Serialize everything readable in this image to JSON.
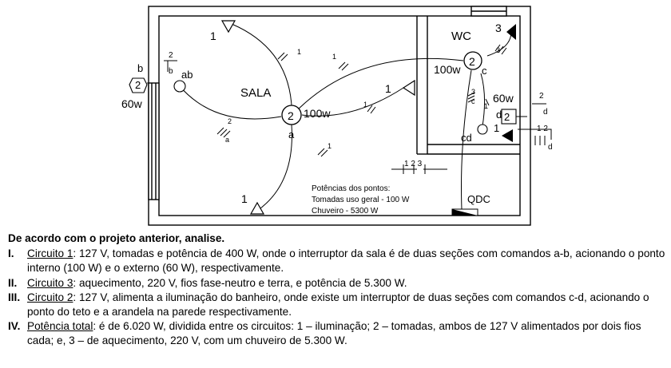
{
  "plan": {
    "rooms": {
      "sala": "SALA",
      "wc": "WC"
    },
    "labels": {
      "n1_top": "1",
      "n1_right": "1",
      "n1_bottom": "1",
      "center_num": "2",
      "center_power": "100w",
      "center_cmd": "a",
      "wc_num": "2",
      "wc_power": "100w",
      "wc_cmd": "c",
      "left_num": "2",
      "left_cmd": "b",
      "left_power": "60w",
      "left_switch_cmd": "ab",
      "left_tag_num": "2",
      "left_tag_cmd": "b",
      "right_num": "2",
      "right_cmd": "d",
      "right_power": "60w",
      "right_switch_cmd": "cd",
      "right_switch_num": "1",
      "right_tag_num": "2",
      "right_tag_cmd": "d",
      "shower_num": "3",
      "tag_a_num": "2",
      "tag_a_cmd": "a",
      "tag_1": "1",
      "tag_1b": "1",
      "tag_wc_num": "3",
      "tag_c": "c",
      "tag_1c": "1",
      "tag_d_nums": "1  2",
      "tag_d_cmd": "d",
      "circuits": "1  2  3",
      "qdc": "QDC"
    },
    "legend": {
      "title": "Potências dos pontos:",
      "line1": "Tomadas uso geral - 100 W",
      "line2": "Chuveiro - 5300 W"
    }
  },
  "questions": {
    "heading": "De acordo com o projeto anterior, analise.",
    "items": [
      {
        "num": "I.",
        "term": "Circuito 1",
        "text": ": 127 V, tomadas e potência de 400 W, onde o interruptor da sala é de duas seções com comandos a-b, acionando o ponto interno (100 W) e o externo (60 W), respectivamente."
      },
      {
        "num": "II.",
        "term": "Circuito 3",
        "text": ": aquecimento, 220 V, fios fase-neutro e terra, e potência de 5.300 W."
      },
      {
        "num": "III.",
        "term": "Circuito 2",
        "text": ": 127 V, alimenta a iluminação do banheiro, onde existe um interruptor de duas seções com comandos c-d, acionando o ponto do teto e a arandela na parede respectivamente."
      },
      {
        "num": "IV.",
        "term": "Potência total",
        "text": ": é de 6.020 W, dividida entre os circuitos: 1 – iluminação; 2 – tomadas, ambos de 127 V alimentados por dois fios cada; e, 3 – de aquecimento, 220 V, com um chuveiro de 5.300 W."
      }
    ]
  }
}
